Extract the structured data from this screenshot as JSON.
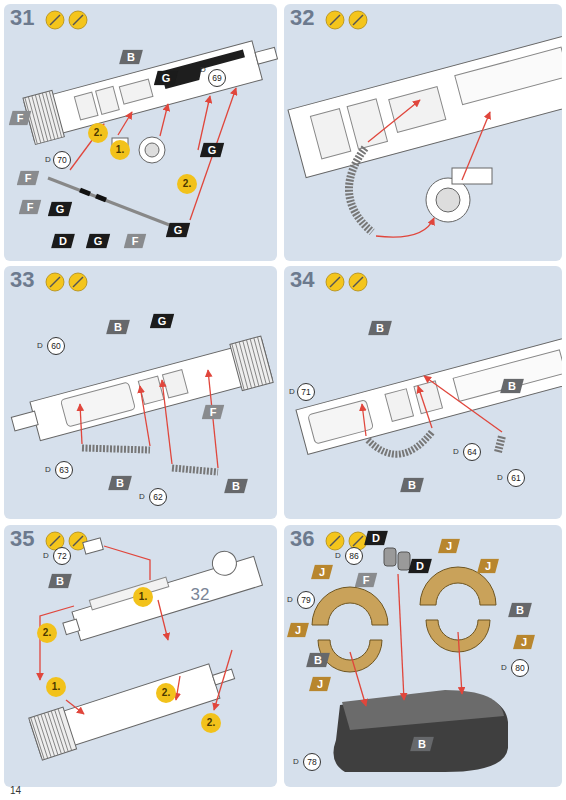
{
  "diagram": {
    "nodes": [
      {
        "text": [
          "31"
        ]
      },
      {
        "text": [
          "32"
        ]
      },
      {
        "text": [
          "33"
        ]
      },
      {
        "text": [
          "34"
        ]
      },
      {
        "text": [
          "35"
        ]
      },
      {
        "text": [
          "36"
        ]
      }
    ],
    "labels": [
      "B",
      "G",
      "D",
      "69",
      "F",
      "2.",
      "1.",
      "G",
      "2.",
      "D",
      "70",
      "F",
      "F",
      "G",
      "D",
      "G",
      "F",
      "G",
      "B",
      "D",
      "71",
      "D",
      "60",
      "B",
      "G",
      "F",
      "D",
      "63",
      "B",
      "D",
      "62",
      "B",
      "B",
      "D",
      "64",
      "B",
      "D",
      "61",
      "D",
      "72",
      "B",
      "1.",
      "32",
      "2.",
      "1.",
      "2.",
      "2.",
      "D",
      "D",
      "86",
      "F",
      "D",
      "J",
      "J",
      "J",
      "D",
      "79",
      "B",
      "J",
      "J",
      "B",
      "D",
      "80",
      "J",
      "D",
      "78",
      "B",
      "14"
    ]
  }
}
